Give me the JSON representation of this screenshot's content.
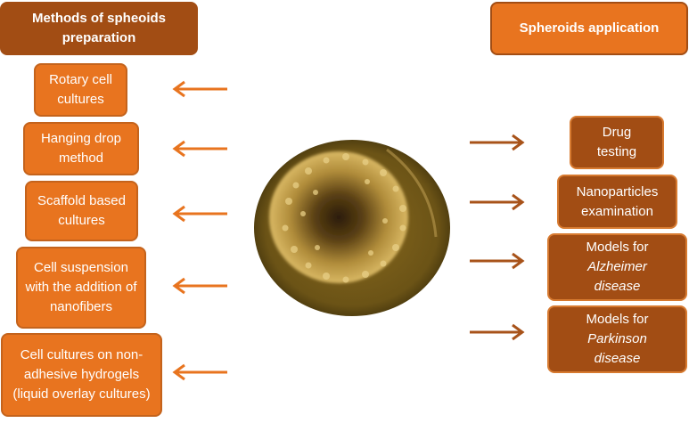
{
  "left": {
    "header": "Methods of spheoids preparation",
    "items": [
      "Rotary cell cultures",
      "Hanging drop method",
      "Scaffold based cultures",
      "Cell suspension with the addition of nanofibers",
      "Cell cultures on non-adhesive hydrogels (liquid overlay cultures)"
    ]
  },
  "right": {
    "header": "Spheroids application",
    "items": [
      {
        "line1": "Drug",
        "line2": "testing",
        "line3": ""
      },
      {
        "line1": "Nanoparticles",
        "line2": "examination",
        "line3": ""
      },
      {
        "line1": "Models for",
        "line2": "Alzheimer",
        "line3": "disease"
      },
      {
        "line1": "Models for",
        "line2": "Parkinson",
        "line3": "disease"
      }
    ]
  },
  "colors": {
    "left_box": "#e8741f",
    "right_box": "#a24d14",
    "left_arrow": "#e8741f",
    "right_arrow": "#a8531a"
  }
}
